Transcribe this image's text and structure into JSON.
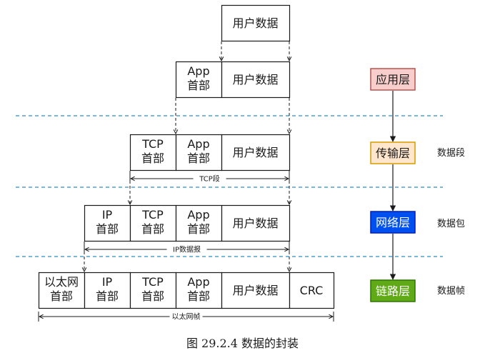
{
  "rows": [
    {
      "id": "user-data",
      "cells": [
        [
          "用户数据"
        ]
      ]
    },
    {
      "id": "app",
      "cells": [
        [
          "App",
          "首部"
        ],
        [
          "用户数据"
        ]
      ]
    },
    {
      "id": "tcp",
      "cells": [
        [
          "TCP",
          "首部"
        ],
        [
          "App",
          "首部"
        ],
        [
          "用户数据"
        ]
      ],
      "span_label": "TCP段",
      "side_label": "数据段"
    },
    {
      "id": "ip",
      "cells": [
        [
          "IP",
          "首部"
        ],
        [
          "TCP",
          "首部"
        ],
        [
          "App",
          "首部"
        ],
        [
          "用户数据"
        ]
      ],
      "span_label": "IP数据报",
      "side_label": "数据包"
    },
    {
      "id": "ethernet",
      "cells": [
        [
          "以太网",
          "首部"
        ],
        [
          "IP",
          "首部"
        ],
        [
          "TCP",
          "首部"
        ],
        [
          "App",
          "首部"
        ],
        [
          "用户数据"
        ],
        [
          "CRC"
        ]
      ],
      "span_label": "以太网帧",
      "side_label": "数据帧"
    }
  ],
  "layers": [
    {
      "id": "application",
      "label": "应用层",
      "fill": "#f8cecc",
      "stroke": "#b85450",
      "text_color": "#1a1a1a"
    },
    {
      "id": "transport",
      "label": "传输层",
      "fill": "#ffe6cc",
      "stroke": "#d79b00",
      "text_color": "#1a1a1a"
    },
    {
      "id": "network",
      "label": "网络层",
      "fill": "#0050ef",
      "stroke": "#001dbc",
      "text_color": "#ffffff"
    },
    {
      "id": "link",
      "label": "链路层",
      "fill": "#60a917",
      "stroke": "#2d7600",
      "text_color": "#ffffff"
    }
  ],
  "colors": {
    "separator": "#2f8fc0",
    "line": "#1a1a1a"
  },
  "caption": "图  29.2.4  数据的封装"
}
